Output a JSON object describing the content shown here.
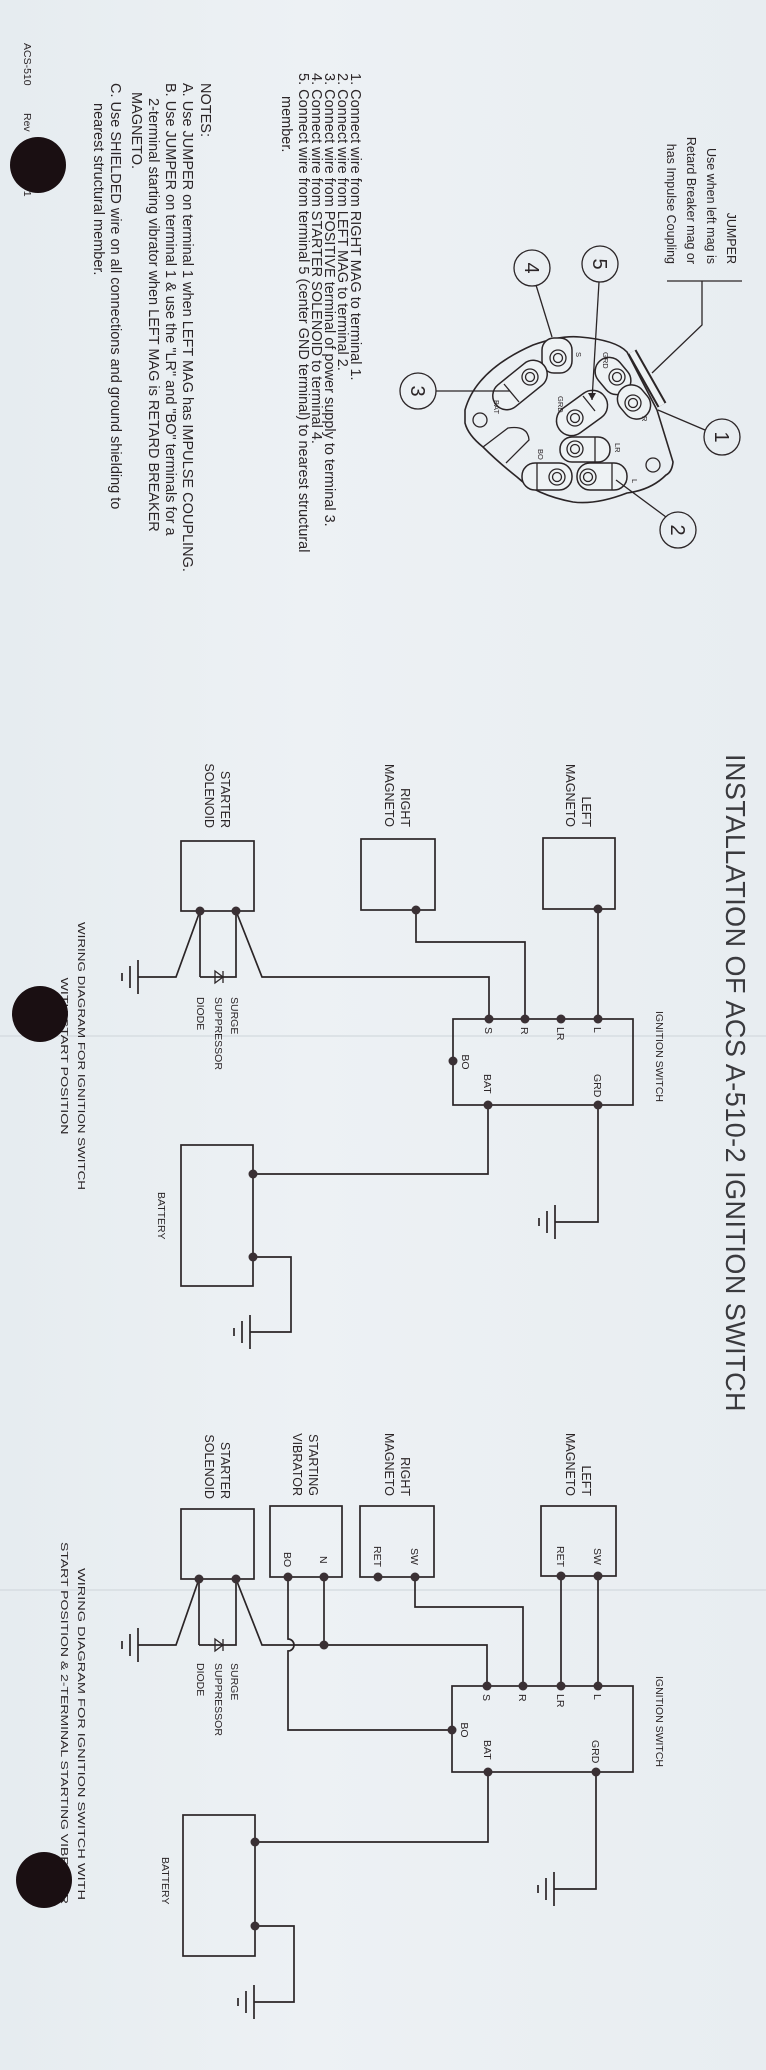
{
  "title": "INSTALLATION OF ACS A-510-2 IGNITION SWITCH",
  "jumper_note": {
    "heading": "JUMPER",
    "lines": [
      "Use when left mag is",
      "Retard Breaker mag or",
      "has Impulse Coupling"
    ]
  },
  "switch_plate": {
    "callouts": [
      "1",
      "2",
      "3",
      "4",
      "5"
    ],
    "terminal_labels": {
      "s": "S",
      "bat": "BAT",
      "grd_outer": "GRD",
      "grd_center": "GRD",
      "r": "R",
      "lr": "LR",
      "bo": "BO",
      "l": "L"
    }
  },
  "instructions": [
    "1. Connect wire from RIGHT MAG to terminal 1.",
    "2. Connect wire from LEFT MAG to terminal 2.",
    "3. Connect wire from POSITIVE terminal of power supply to terminal 3.",
    "4. Connect wire from STARTER SOLENOID to terminal 4.",
    "5. Connect wire from terminal 5 (center GND terminal) to nearest structural",
    "member."
  ],
  "notes": {
    "heading": "NOTES:",
    "lines": [
      "A. Use JUMPER on terminal 1 when LEFT MAG has IMPULSE COUPLING.",
      "B. Use JUMPER on terminal 1 & use the \"LR\" and \"BO\" terminals for a",
      "2-terminal starting vibrator when LEFT MAG is RETARD BREAKER",
      "MAGNETO.",
      "C. Use SHIELDED wire on all connections and ground shielding to",
      "nearest structural member."
    ]
  },
  "footer": {
    "doc_id": "ACS-510",
    "rev": "Rev",
    "date_fragment": "/01"
  },
  "diagram1": {
    "left_magneto": [
      "LEFT",
      "MAGNETO"
    ],
    "right_magneto": [
      "RIGHT",
      "MAGNETO"
    ],
    "starter_solenoid": [
      "STARTER",
      "SOLENOID"
    ],
    "diode": [
      "SURGE",
      "SUPPRESSOR",
      "DIODE"
    ],
    "switch_label": "IGNITION SWITCH",
    "switch_terminals": {
      "l": "L",
      "lr": "LR",
      "r": "R",
      "s": "S",
      "bo": "BO",
      "bat": "BAT",
      "grd": "GRD"
    },
    "battery": "BATTERY",
    "caption": [
      "WIRING DIAGRAM FOR IGNITION SWITCH",
      "WITH START POSITION"
    ]
  },
  "diagram2": {
    "left_magneto": [
      "LEFT",
      "MAGNETO"
    ],
    "left_mag_terminals": {
      "sw": "SW",
      "ret": "RET"
    },
    "right_magneto": [
      "RIGHT",
      "MAGNETO"
    ],
    "right_mag_terminals": {
      "sw": "SW",
      "ret": "RET"
    },
    "starting_vibrator": [
      "STARTING",
      "VIBRATOR"
    ],
    "vibrator_terminals": {
      "n": "N",
      "bo": "BO"
    },
    "starter_solenoid": [
      "STARTER",
      "SOLENOID"
    ],
    "diode": [
      "SURGE",
      "SUPPRESSOR",
      "DIODE"
    ],
    "switch_label": "IGNITION SWITCH",
    "switch_terminals": {
      "l": "L",
      "lr": "LR",
      "r": "R",
      "s": "S",
      "bo": "BO",
      "bat": "BAT",
      "grd": "GRD"
    },
    "battery": "BATTERY",
    "caption": [
      "WIRING DIAGRAM FOR IGNITION SWITCH WITH",
      "START POSITION & 2-TERMINAL STARTING VIBRATOR"
    ]
  }
}
